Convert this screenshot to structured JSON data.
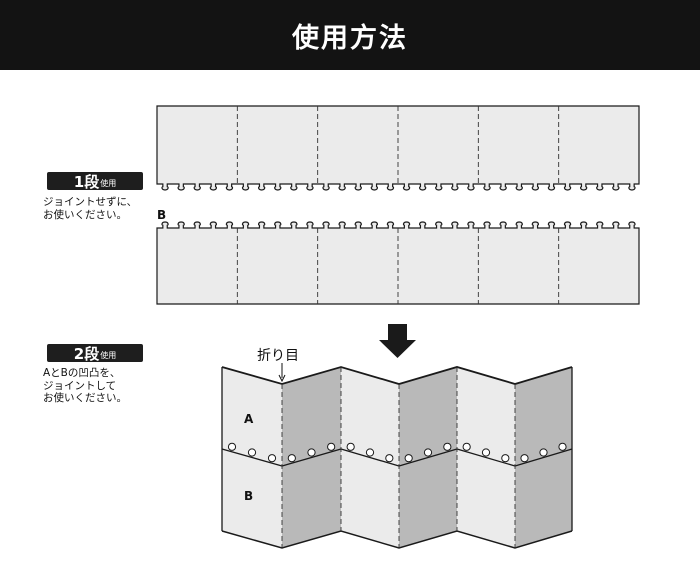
{
  "header": {
    "title": "使用方法"
  },
  "step1": {
    "number": "1段",
    "suffix": "使用",
    "note": "ジョイントせずに、\nお使いください。",
    "label_b": "B"
  },
  "step2": {
    "number": "2段",
    "suffix": "使用",
    "note": "AとBの凹凸を、\nジョイントして\nお使いください。",
    "fold_label": "折り目",
    "label_a": "A",
    "label_b": "B"
  },
  "colors": {
    "header_bg": "#131313",
    "panel_light": "#ebebeb",
    "panel_dark": "#b9b9b9",
    "arrow": "#1a1a1a"
  },
  "icons": {
    "down_arrow": "down-arrow-icon",
    "fold_pointer": "fold-pointer-icon"
  }
}
